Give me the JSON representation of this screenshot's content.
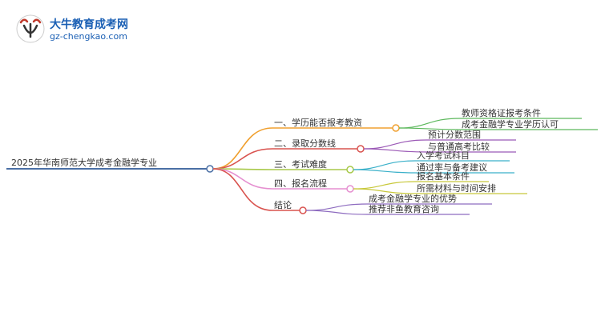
{
  "logo": {
    "icon_name": "ox-head-logo-icon",
    "name": "大牛教育成考网",
    "url": "gz-chengkao.com"
  },
  "root": {
    "label": "2025年华南师范大学成考金融学专业",
    "color": "#4a6fa5"
  },
  "branches": [
    {
      "label": "一、学历能否报考教资",
      "color": "#f0a030",
      "children_color": "#5cb85c",
      "children": [
        "教师资格证报考条件",
        "成考金融学专业学历认可"
      ]
    },
    {
      "label": "二、录取分数线",
      "color": "#d9534f",
      "children_color": "#9b59b6",
      "children": [
        "预计分数范围",
        "与普通高考比较"
      ]
    },
    {
      "label": "三、考试难度",
      "color": "#a8c94a",
      "children_color": "#3ab0c9",
      "children": [
        "入学考试科目",
        "通过率与备考建议"
      ]
    },
    {
      "label": "四、报名流程",
      "color": "#e58fd0",
      "children_color": "#c8c83a",
      "children": [
        "报名基本条件",
        "所需材料与时间安排"
      ]
    },
    {
      "label": "结论",
      "color": "#d9534f",
      "children_color": "#8e6cc0",
      "children": [
        "成考金融学专业的优势",
        "推荐非鱼教育咨询"
      ]
    }
  ]
}
